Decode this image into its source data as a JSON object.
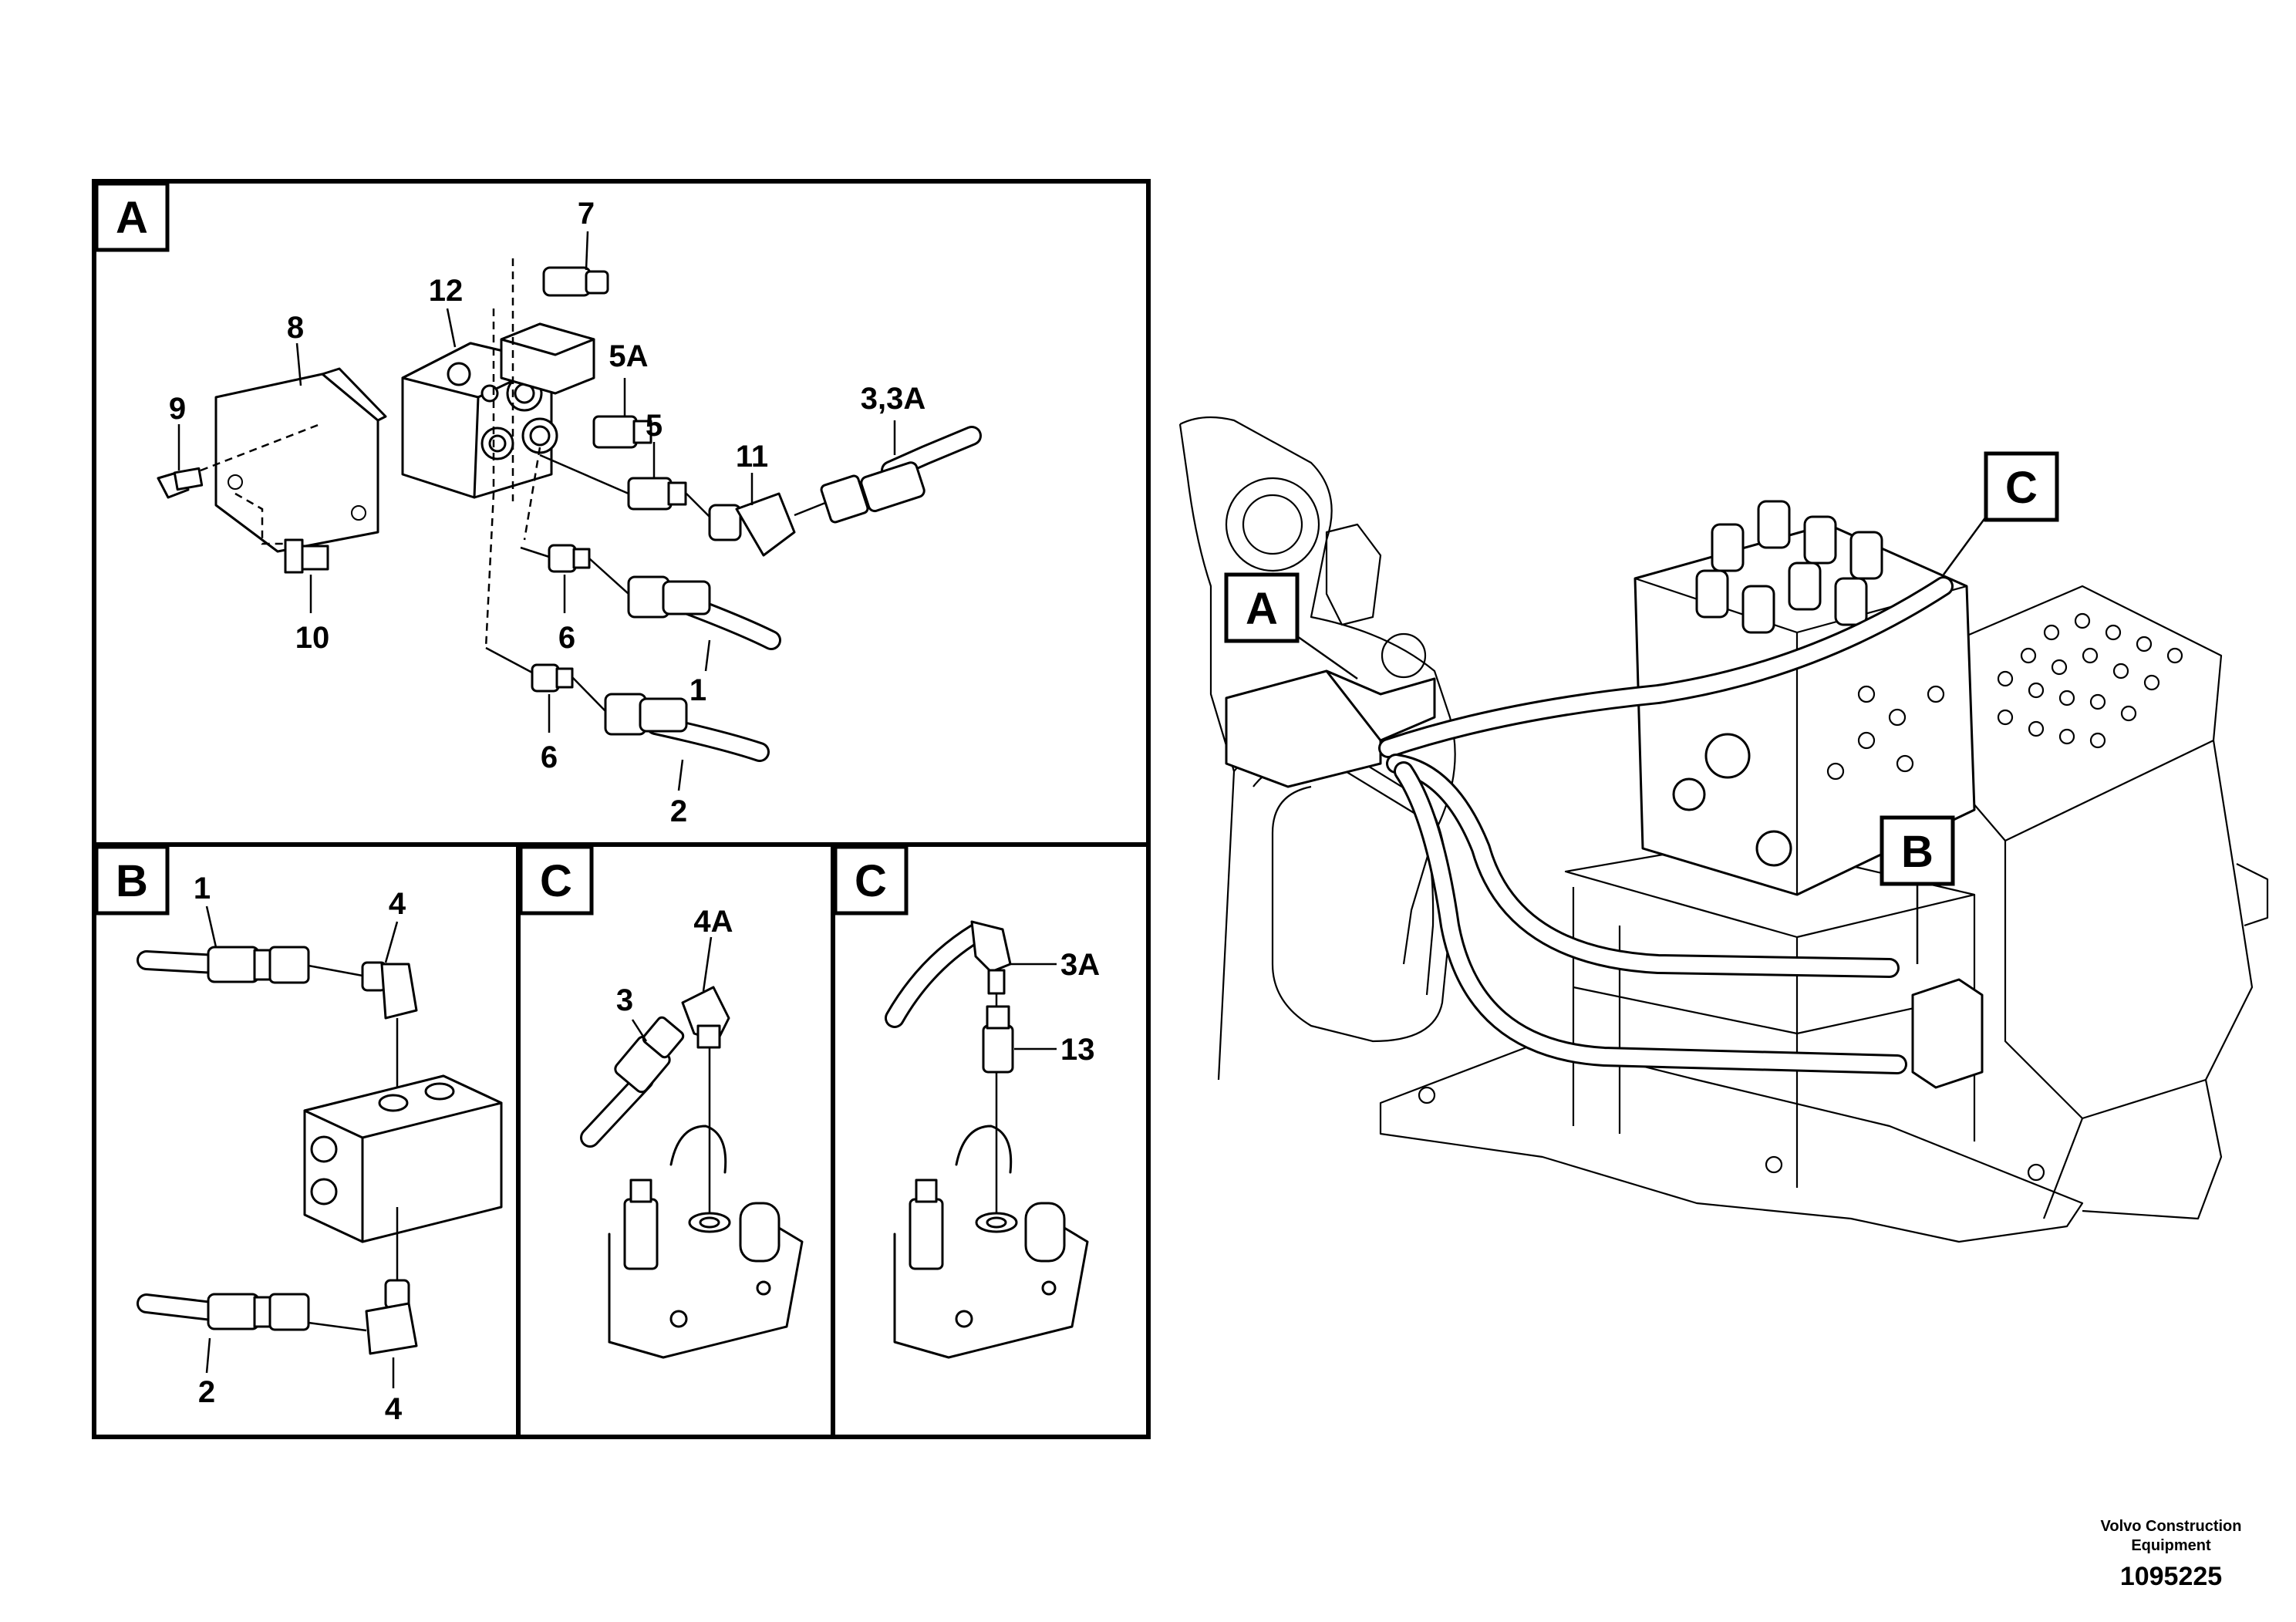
{
  "panels": {
    "A": {
      "letter": "A",
      "callouts": {
        "c7": "7",
        "c12": "12",
        "c8": "8",
        "c5A": "5A",
        "c9": "9",
        "c5": "5",
        "c33A": "3,3A",
        "c11": "11",
        "c10": "10",
        "c6a": "6",
        "c1": "1",
        "c6b": "6",
        "c2": "2"
      }
    },
    "B": {
      "letter": "B",
      "callouts": {
        "c1": "1",
        "c4a": "4",
        "c2": "2",
        "c4b": "4"
      }
    },
    "C1": {
      "letter": "C",
      "callouts": {
        "c4A": "4A",
        "c3": "3"
      }
    },
    "C2": {
      "letter": "C",
      "callouts": {
        "c3A": "3A",
        "c13": "13"
      }
    }
  },
  "overview": {
    "labels": {
      "A": "A",
      "B": "B",
      "C": "C"
    }
  },
  "footer": {
    "company_line1": "Volvo Construction",
    "company_line2": "Equipment",
    "drawing_number": "1095225"
  }
}
